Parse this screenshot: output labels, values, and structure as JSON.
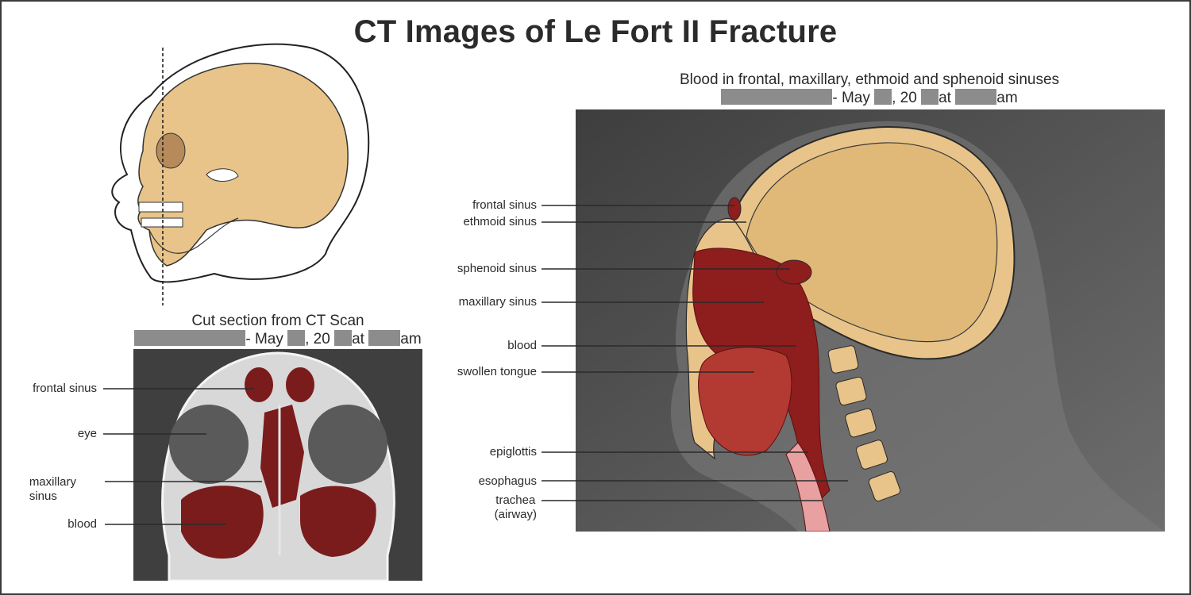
{
  "title": "CT Images of Le Fort II Fracture",
  "left_panel": {
    "caption_line1": "Cut section from CT Scan",
    "caption_line2": {
      "seg1": "- May",
      "seg2": ", 20",
      "seg3": "at",
      "seg4": "am"
    },
    "labels": {
      "frontal_sinus": "frontal sinus",
      "eye": "eye",
      "maxillary_sinus_1": "maxillary",
      "maxillary_sinus_2": "sinus",
      "blood": "blood"
    }
  },
  "right_panel": {
    "caption_line1": "Blood in frontal, maxillary, ethmoid and sphenoid sinuses",
    "caption_line2": {
      "seg1": "- May",
      "seg2": ", 20",
      "seg3": "at",
      "seg4": "am"
    },
    "labels": {
      "frontal_sinus": "frontal sinus",
      "ethmoid_sinus": "ethmoid sinus",
      "sphenoid_sinus": "sphenoid sinus",
      "maxillary_sinus": "maxillary sinus",
      "blood": "blood",
      "swollen_tongue": "swollen tongue",
      "epiglottis": "epiglottis",
      "esophagus": "esophagus",
      "trachea_1": "trachea",
      "trachea_2": "(airway)"
    }
  },
  "colors": {
    "bone": "#e8c48a",
    "blood": "#8e1d1d",
    "ct_background": "#4a4a4a",
    "redaction": "#8c8c8c"
  }
}
